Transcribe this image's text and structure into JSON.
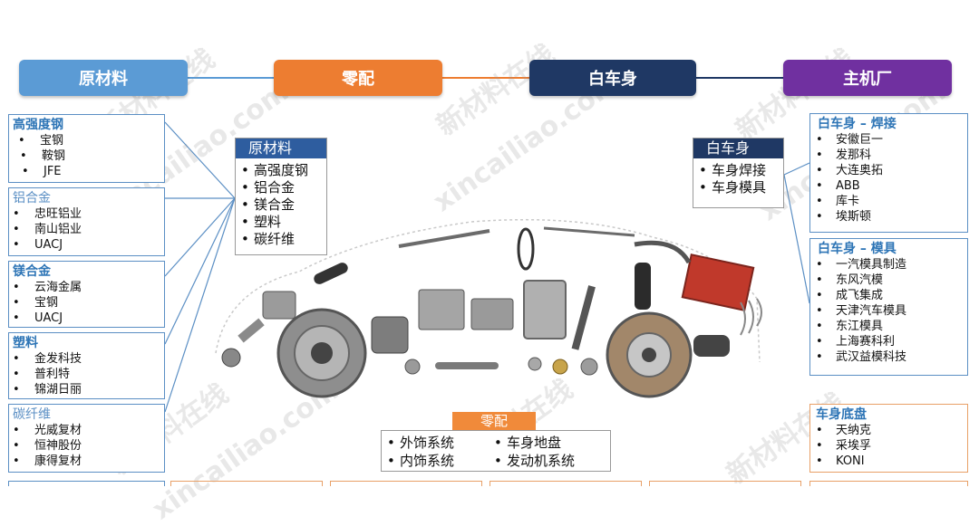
{
  "header": {
    "raw": {
      "label": "原材料",
      "color": "#5b9bd5"
    },
    "parts": {
      "label": "零配",
      "color": "#ed7d31"
    },
    "biw": {
      "label": "白车身",
      "color": "#1f3864"
    },
    "oem": {
      "label": "主机厂",
      "color": "#7030a0"
    }
  },
  "left_groups": [
    {
      "title": "高强度钢",
      "items": [
        "宝钢",
        "鞍钢",
        "JFE"
      ]
    },
    {
      "title": "铝合金",
      "items": [
        "忠旺铝业",
        "南山铝业",
        "UACJ"
      ]
    },
    {
      "title": "镁合金",
      "items": [
        "云海金属",
        "宝钢",
        "UACJ"
      ]
    },
    {
      "title": "塑料",
      "items": [
        "金发科技",
        "普利特",
        "锦湖日丽"
      ]
    },
    {
      "title": "碳纤维",
      "items": [
        "光威复材",
        "恒神股份",
        "康得复材"
      ]
    }
  ],
  "center_raw": {
    "title": "原材料",
    "items": [
      "高强度钢",
      "铝合金",
      "镁合金",
      "塑料",
      "碳纤维"
    ]
  },
  "center_biw": {
    "title": "白车身",
    "items": [
      "车身焊接",
      "车身模具"
    ]
  },
  "center_parts": {
    "title": "零配",
    "items": [
      "外饰系统",
      "车身地盘",
      "内饰系统",
      "发动机系统"
    ]
  },
  "right_groups": [
    {
      "title": "白车身 – 焊接",
      "items": [
        "安徽巨一",
        "发那科",
        "大连奥拓",
        "ABB",
        "库卡",
        "埃斯顿"
      ]
    },
    {
      "title": "白车身 – 模具",
      "items": [
        "一汽模具制造",
        "东风汽模",
        "成飞集成",
        "天津汽车模具",
        "东江模具",
        "上海赛科利",
        "武汉益模科技"
      ]
    },
    {
      "title": "车身底盘",
      "items": [
        "天纳克",
        "采埃孚",
        "KONI"
      ]
    }
  ],
  "watermark": {
    "brand": "新材料在线",
    "site": "xincailiao.com"
  }
}
